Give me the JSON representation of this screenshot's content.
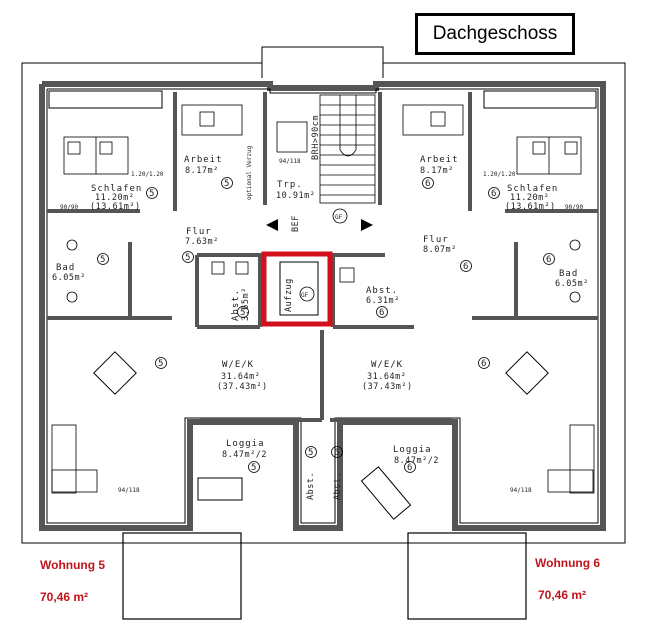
{
  "title": "Dachgeschoss",
  "units": {
    "left": {
      "name": "Wohnung 5",
      "area": "70,46 m²",
      "color": "#c0141c"
    },
    "right": {
      "name": "Wohnung 6",
      "area": "70,46 m²",
      "color": "#c0141c"
    }
  },
  "rooms": {
    "arbeit_l": {
      "name": "Arbeit",
      "area": "8.17m²",
      "unit": "5"
    },
    "arbeit_r": {
      "name": "Arbeit",
      "area": "8.17m²",
      "unit": "6"
    },
    "schlafen_l": {
      "name": "Schlafen",
      "area": "11.20m²",
      "area2": "(13.61m²)",
      "unit": "5"
    },
    "schlafen_r": {
      "name": "Schlafen",
      "area": "11.20m²",
      "area2": "(13.61m²)",
      "unit": "6"
    },
    "trp": {
      "name": "Trp.",
      "area": "10.91m²"
    },
    "flur_l": {
      "name": "Flur",
      "area": "7.63m²",
      "unit": "5"
    },
    "flur_r": {
      "name": "Flur",
      "area": "8.07m²",
      "unit": "6"
    },
    "bad_l": {
      "name": "Bad",
      "area": "6.05m²",
      "unit": "5"
    },
    "bad_r": {
      "name": "Bad",
      "area": "6.05m²",
      "unit": "6"
    },
    "abst_l": {
      "name": "Abst.",
      "area": "3.65m²",
      "unit": "5"
    },
    "abst_r": {
      "name": "Abst.",
      "area": "6.31m²",
      "unit": "6"
    },
    "aufzug": {
      "name": "Aufzug",
      "tag": "GF"
    },
    "wek_l": {
      "name": "W/E/K",
      "area": "31.64m²",
      "area2": "(37.43m²)",
      "unit": "5"
    },
    "wek_r": {
      "name": "W/E/K",
      "area": "31.64m²",
      "area2": "(37.43m²)",
      "unit": "6"
    },
    "loggia_l": {
      "name": "Loggia",
      "area": "8.47m²/2",
      "unit": "5"
    },
    "loggia_r": {
      "name": "Loggia",
      "area": "8.47m²/2",
      "unit": "6"
    },
    "abst_lg_l": {
      "name": "Abst.",
      "unit": "5"
    },
    "abst_lg_r": {
      "name": "Abst.",
      "unit": "6"
    }
  },
  "annotations": {
    "brh": "BRH>90cm",
    "bed_size": "1.20/1.20",
    "window_1": "90/90",
    "window_2": "94/118",
    "gf": "GF",
    "bef": "BEF",
    "optional": "optional Verzug"
  }
}
